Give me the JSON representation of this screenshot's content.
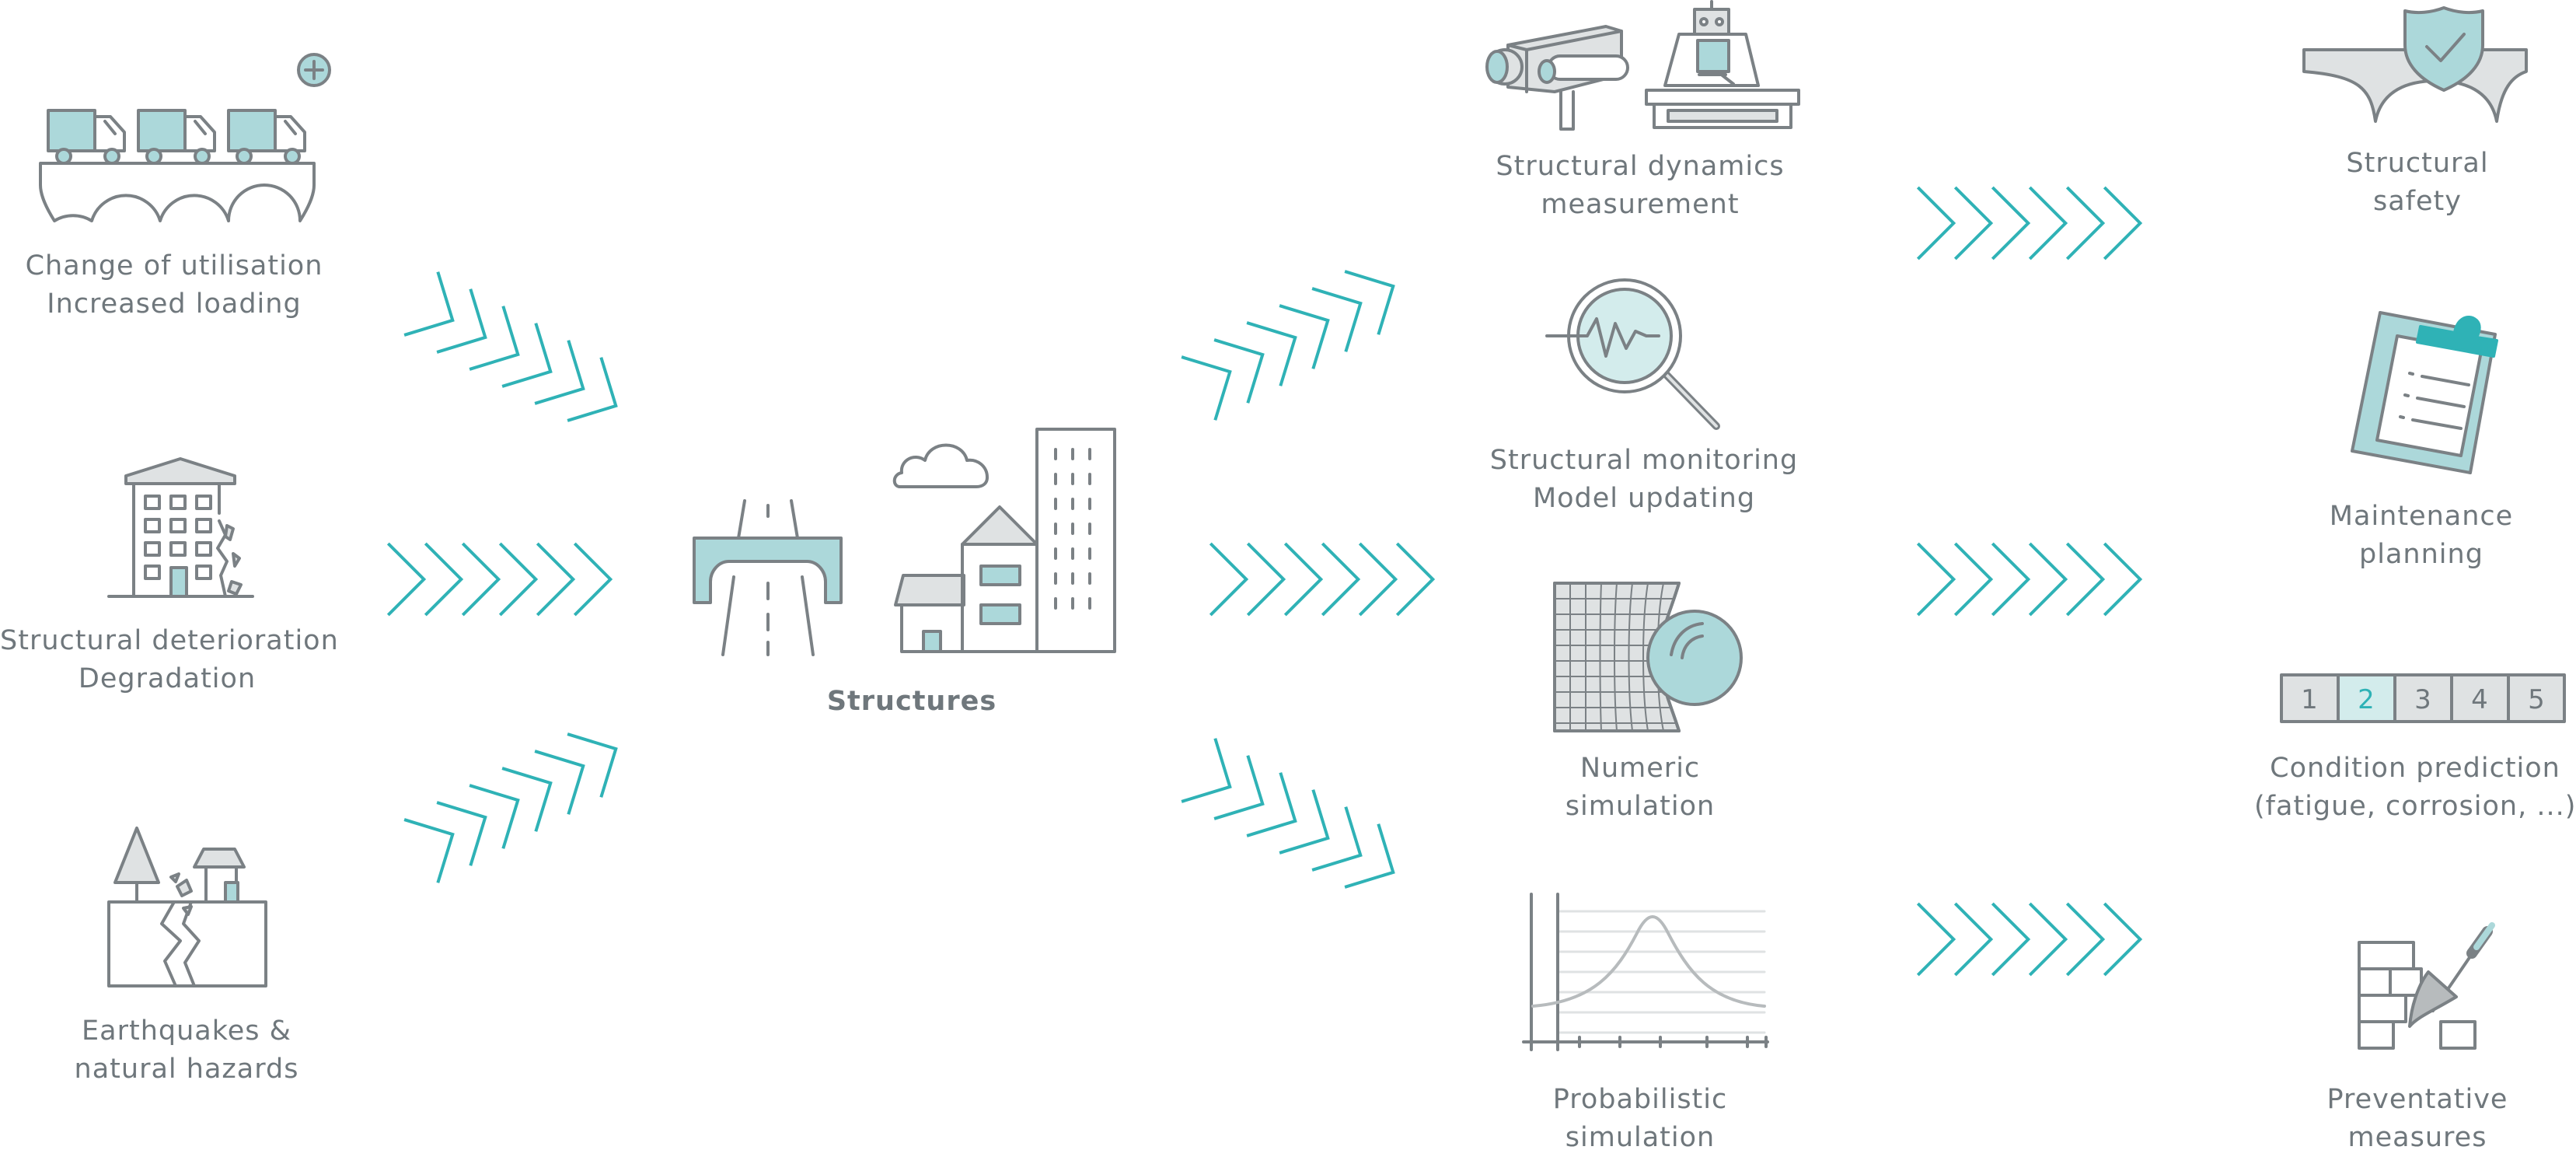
{
  "colors": {
    "teal": "#2fb2b6",
    "icon_stroke": "#7b8185",
    "icon_fill": "#acd8da",
    "icon_light": "#dfe2e3",
    "text": "#6f777c"
  },
  "inputs": [
    {
      "icon": "bridge-trucks-icon",
      "line1": "Change of utilisation",
      "line2": "Increased loading"
    },
    {
      "icon": "cracked-building-icon",
      "line1": "Structural deterioration",
      "line2": "Degradation"
    },
    {
      "icon": "earthquake-icon",
      "line1": "Earthquakes &",
      "line2": "natural hazards"
    }
  ],
  "center": {
    "icon": "structures-icon",
    "label": "Structures"
  },
  "methods": [
    {
      "icon": "dynamics-measurement-icon",
      "line1": "Structural dynamics",
      "line2": "measurement"
    },
    {
      "icon": "magnifier-signal-icon",
      "line1": "Structural monitoring",
      "line2": "Model updating"
    },
    {
      "icon": "mesh-simulation-icon",
      "line1": "Numeric",
      "line2": "simulation"
    },
    {
      "icon": "probability-curve-icon",
      "line1": "Probabilistic",
      "line2": "simulation"
    }
  ],
  "outcomes": [
    {
      "icon": "bridge-shield-icon",
      "line1": "Structural",
      "line2": "safety"
    },
    {
      "icon": "clipboard-icon",
      "line1": "Maintenance",
      "line2": "planning"
    },
    {
      "icon": "rating-scale-icon",
      "line1": "Condition prediction",
      "line2": "(fatigue, corrosion, ...)"
    },
    {
      "icon": "brick-trowel-icon",
      "line1": "Preventative",
      "line2": "measures"
    }
  ],
  "rating_scale": [
    "1",
    "2",
    "3",
    "4",
    "5"
  ],
  "rating_selected": 2
}
